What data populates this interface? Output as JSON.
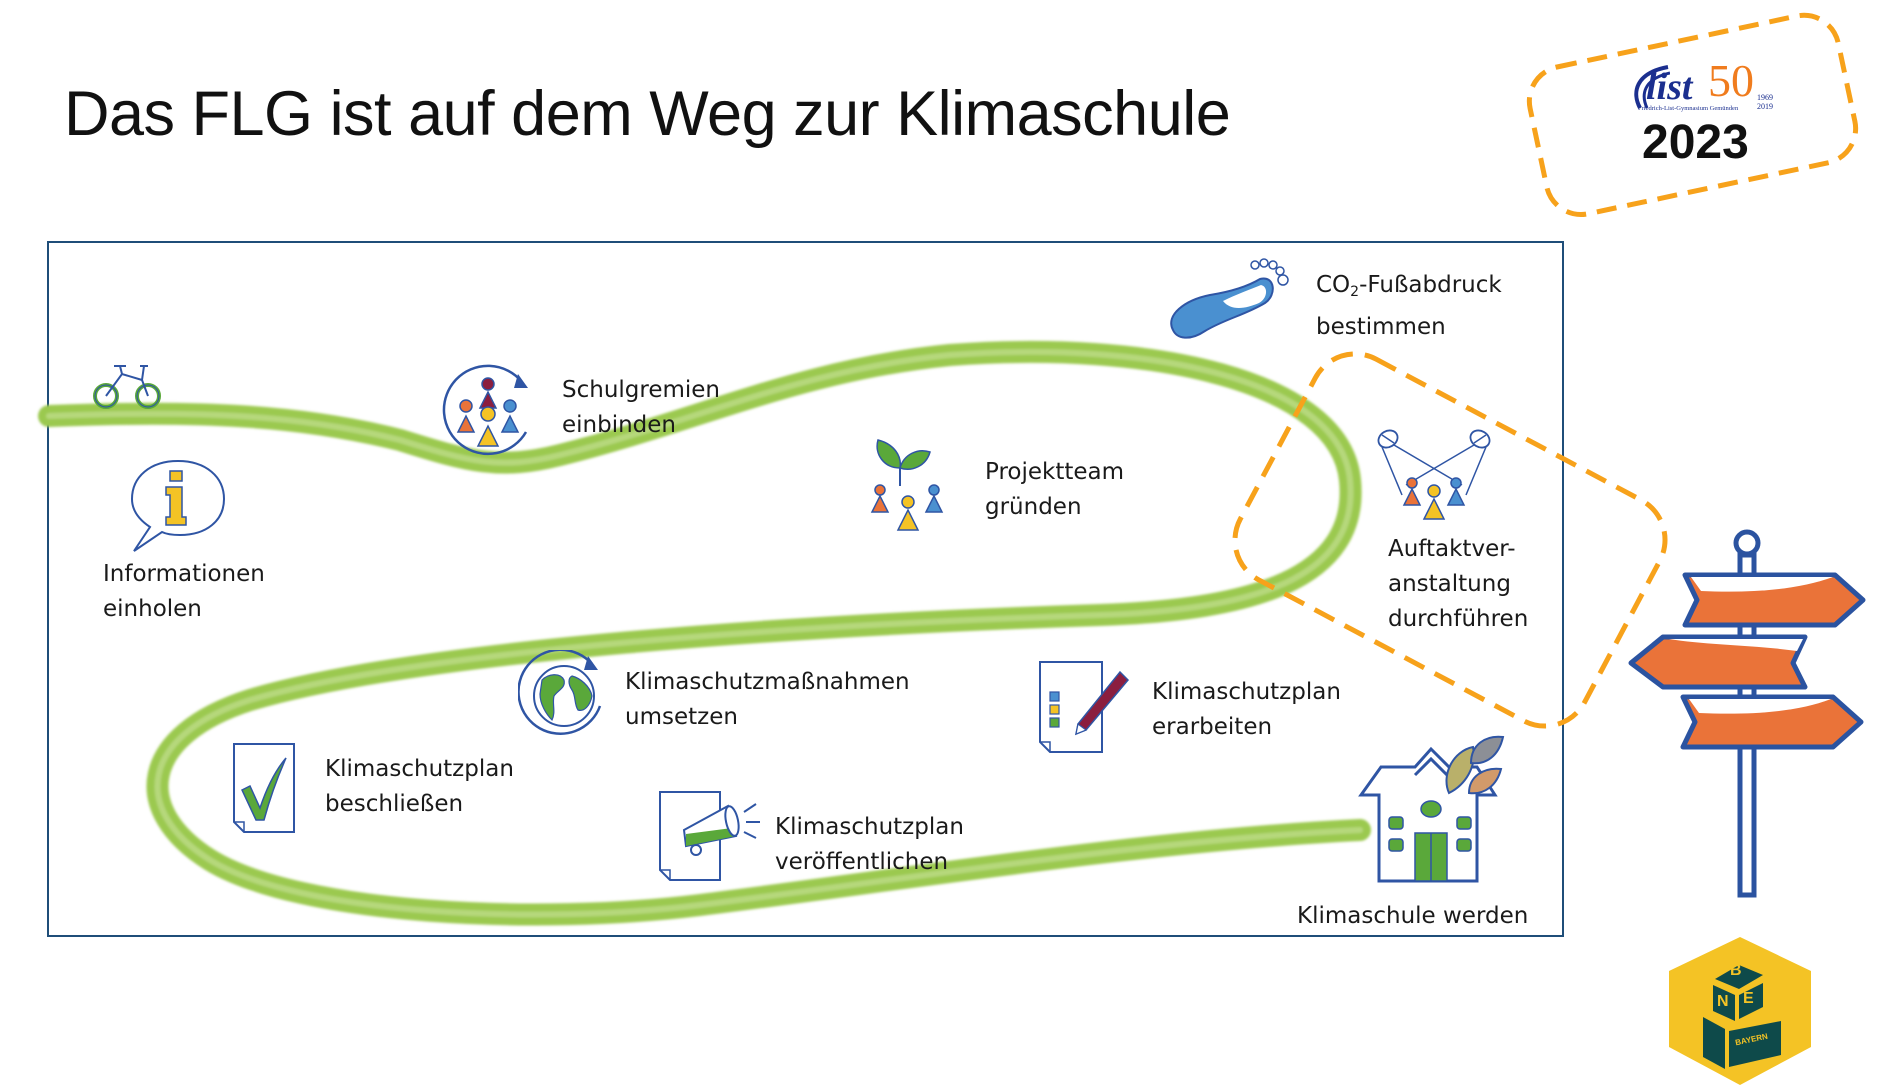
{
  "title": "Das FLG ist auf dem Weg zur Klimaschule",
  "logo": {
    "brand": "list",
    "number": "50",
    "years_from": "1969",
    "years_to": "2019",
    "school_name": "Friedrich-List-Gymnasium Gemünden",
    "year": "2023"
  },
  "steps": [
    {
      "id": "info",
      "line1": "Informationen",
      "line2": "einholen",
      "icon": "info-speech-bubble-icon"
    },
    {
      "id": "gremien",
      "line1": "Schulgremien",
      "line2": "einbinden",
      "icon": "people-cycle-icon"
    },
    {
      "id": "team",
      "line1": "Projektteam",
      "line2": "gründen",
      "icon": "team-plant-icon"
    },
    {
      "id": "co2",
      "line1_prefix": "CO",
      "line1_sub": "2",
      "line1_suffix": "-Fußabdruck",
      "line2": "bestimmen",
      "icon": "footprint-icon"
    },
    {
      "id": "auftakt",
      "line1": "Auftaktver-",
      "line2": "anstaltung",
      "line3": "durchführen",
      "icon": "spotlight-audience-icon",
      "highlighted": true
    },
    {
      "id": "erarbeiten",
      "line1": "Klimaschutzplan",
      "line2": "erarbeiten",
      "icon": "checklist-pencil-icon"
    },
    {
      "id": "umsetzen",
      "line1": "Klimaschutzmaßnahmen",
      "line2": "umsetzen",
      "icon": "globe-cycle-icon"
    },
    {
      "id": "beschliessen",
      "line1": "Klimaschutzplan",
      "line2": "beschließen",
      "icon": "document-check-icon"
    },
    {
      "id": "veroeffentlichen",
      "line1": "Klimaschutzplan",
      "line2": "veröffentlichen",
      "icon": "document-megaphone-icon"
    },
    {
      "id": "klimaschule",
      "line1": "Klimaschule werden",
      "icon": "school-leaves-icon"
    }
  ],
  "bne_badge": {
    "letters": [
      "B",
      "N",
      "E"
    ],
    "region": "BAYERN"
  },
  "colors": {
    "path_green": "#9bc94f",
    "highlight_orange": "#f7a21b",
    "frame_blue": "#1f4e79",
    "icon_blue": "#2f55a4",
    "sign_orange": "#ea7339",
    "badge_yellow": "#f4c325",
    "badge_dark": "#0e4a4a"
  }
}
